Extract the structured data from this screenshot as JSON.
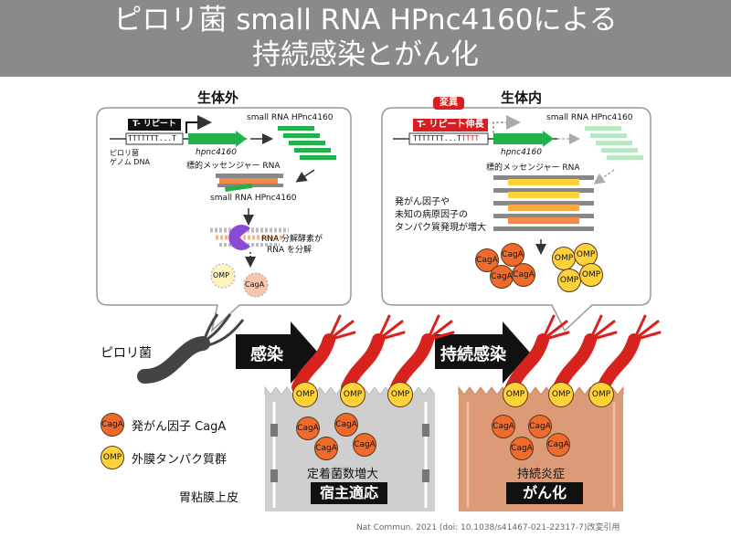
{
  "header": {
    "title_line1": "ピロリ菌 small RNA HPnc4160による",
    "title_line2": "持続感染とがん化"
  },
  "left_panel": {
    "heading": "生体外",
    "repeat_label": "T- リピート",
    "repeat_seq": "TTTTTTT...T",
    "genome_label_line1": "ピロリ菌",
    "genome_label_line2": "ゲノム DNA",
    "srna_label": "small RNA HPnc4160",
    "gene_label": "hpnc4160",
    "mrna_label": "標的メッセンジャー RNA",
    "srna_label2": "small RNA HPnc4160",
    "rnase_label_line1": "RNA 分解酵素が",
    "rnase_label_line2": "RNA を分解",
    "omp": "OMP",
    "caga": "CagA"
  },
  "right_panel": {
    "heading": "生体内",
    "mutation_tag": "変異",
    "repeat_label": "T- リピート伸長",
    "repeat_seq_black": "TTTTTTT...T",
    "repeat_seq_red": "TTTT",
    "srna_label": "small RNA HPnc4160",
    "gene_label": "hpnc4160",
    "mrna_label": "標的メッセンジャー RNA",
    "note_line1": "発がん因子や",
    "note_line2": "未知の病原因子の",
    "note_line3": "タンパク質発現が増大",
    "caga": "CagA",
    "omp": "OMP"
  },
  "bottom": {
    "pylori_label": "ピロリ菌",
    "arrow1": "感染",
    "arrow2": "持続感染",
    "omp": "OMP",
    "caga": "CagA",
    "legend_caga": "発がん因子 CagA",
    "legend_omp": "外膜タンパク質群",
    "epithelium_label": "胃粘膜上皮",
    "left_tissue_text": "定着菌数増大",
    "left_tissue_box": "宿主適応",
    "right_tissue_text": "持続炎症",
    "right_tissue_box": "がん化"
  },
  "citation": "Nat Commun. 2021 (doi: 10.1038/s41467-021-22317-7)改変引用",
  "colors": {
    "header_bg": "#8a8a8a",
    "green": "#22b24c",
    "caga_fill": "#f06a2c",
    "omp_fill": "#ffd23a",
    "bacteria_red": "#d8221e",
    "left_tissue": "#cfcfcf",
    "right_tissue": "#dc9a77",
    "mutation_red": "#d81e1e"
  }
}
